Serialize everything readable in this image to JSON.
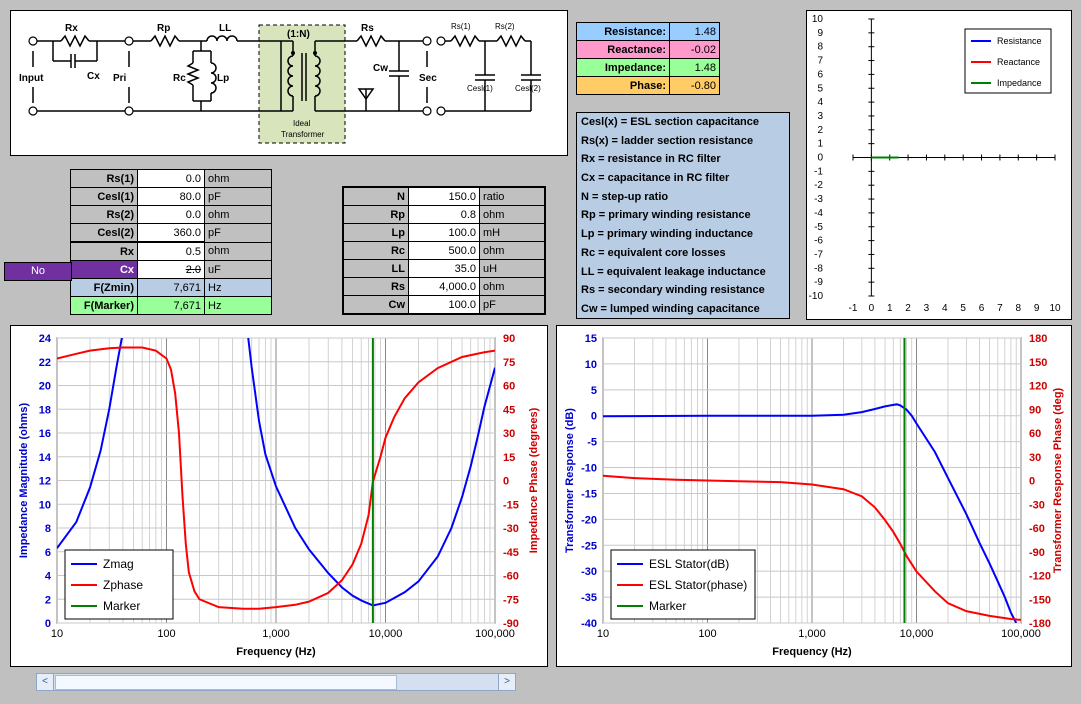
{
  "circuit": {
    "labels": {
      "rx": "Rx",
      "cx": "Cx",
      "rp": "Rp",
      "ll": "LL",
      "rc": "Rc",
      "lp": "Lp",
      "ratio": "(1:N)",
      "ideal": "Ideal",
      "transformer": "Transformer",
      "rs": "Rs",
      "cw": "Cw",
      "rs1": "Rs(1)",
      "rs2": "Rs(2)",
      "cesl1": "Cesl(1)",
      "cesl2": "Cesl(2)",
      "input": "Input",
      "pri": "Pri",
      "sec": "Sec"
    }
  },
  "summary": [
    {
      "label": "Resistance:",
      "value": "1.48",
      "color": "#99ccff"
    },
    {
      "label": "Reactance:",
      "value": "-0.02",
      "color": "#ff99cc"
    },
    {
      "label": "Impedance:",
      "value": "1.48",
      "color": "#99ff99"
    },
    {
      "label": "Phase:",
      "value": "-0.80",
      "color": "#ffcc66"
    }
  ],
  "esl_table": {
    "rows": [
      {
        "label": "Rs(1)",
        "value": "0.0",
        "unit": "ohm"
      },
      {
        "label": "Cesl(1)",
        "value": "80.0",
        "unit": "pF"
      },
      {
        "label": "Rs(2)",
        "value": "0.0",
        "unit": "ohm"
      },
      {
        "label": "Cesl(2)",
        "value": "360.0",
        "unit": "pF"
      },
      {
        "label": "Rx",
        "value": "0.5",
        "unit": "ohm"
      },
      {
        "label": "Cx",
        "value": "2.0",
        "unit": "uF"
      },
      {
        "label": "F(Zmin)",
        "value": "7,671",
        "unit": "Hz"
      },
      {
        "label": "F(Marker)",
        "value": "7,671",
        "unit": "Hz"
      }
    ],
    "no_label": "No"
  },
  "params_table": [
    {
      "label": "N",
      "value": "150.0",
      "unit": "ratio"
    },
    {
      "label": "Rp",
      "value": "0.8",
      "unit": "ohm"
    },
    {
      "label": "Lp",
      "value": "100.0",
      "unit": "mH"
    },
    {
      "label": "Rc",
      "value": "500.0",
      "unit": "ohm"
    },
    {
      "label": "LL",
      "value": "35.0",
      "unit": "uH"
    },
    {
      "label": "Rs",
      "value": "4,000.0",
      "unit": "ohm"
    },
    {
      "label": "Cw",
      "value": "100.0",
      "unit": "pF"
    }
  ],
  "notes": [
    "Cesl(x) = ESL section capacitance",
    "Rs(x) = ladder section resistance",
    "Rx = resistance in RC filter",
    "Cx = capacitance in RC filter",
    "N = step-up ratio",
    "Rp = primary winding resistance",
    "Lp = primary winding inductance",
    "Rc = equivalent core losses",
    "LL = equivalent leakage inductance",
    "Rs = secondary winding resistance",
    "Cw = lumped winding capacitance"
  ],
  "chart_data": [
    {
      "type": "scatter",
      "x_range": [
        -1,
        10
      ],
      "y_range": [
        -10,
        10
      ],
      "xticks": [
        "-1",
        "0",
        "1",
        "2",
        "3",
        "4",
        "5",
        "6",
        "7",
        "8",
        "9",
        "10"
      ],
      "yticks": [
        "10",
        "9",
        "8",
        "7",
        "6",
        "5",
        "4",
        "3",
        "2",
        "1",
        "0",
        "-1",
        "-2",
        "-3",
        "-4",
        "-5",
        "-6",
        "-7",
        "-8",
        "-9",
        "-10"
      ],
      "legend_position": "top-right",
      "series": [
        {
          "name": "Resistance",
          "color": "#0000ff",
          "points": []
        },
        {
          "name": "Reactance",
          "color": "#ff0000",
          "points": []
        },
        {
          "name": "Impedance",
          "color": "#008000",
          "points": [
            [
              0,
              0
            ],
            [
              1.48,
              0
            ]
          ]
        }
      ]
    },
    {
      "type": "line",
      "xlabel": "Frequency (Hz)",
      "ylabel": "Impedance Magnitude (ohms)",
      "y2label": "Impedance Phase (degrees)",
      "x_scale": "log",
      "x_range": [
        10,
        100000
      ],
      "ylim": [
        0,
        24
      ],
      "y2lim": [
        -90,
        90
      ],
      "xticks": [
        "10",
        "100",
        "1,000",
        "10,000",
        "100,000"
      ],
      "yticks": [
        "24",
        "22",
        "20",
        "18",
        "16",
        "14",
        "12",
        "10",
        "8",
        "6",
        "4",
        "2",
        "0"
      ],
      "y2ticks": [
        "90",
        "75",
        "60",
        "45",
        "30",
        "15",
        "0",
        "-15",
        "-30",
        "-45",
        "-60",
        "-75",
        "-90"
      ],
      "legend_position": "bottom-left",
      "series": [
        {
          "name": "Zmag",
          "color": "#0000ff",
          "axis": "left",
          "points": [
            [
              10,
              6.3
            ],
            [
              15,
              8.5
            ],
            [
              20,
              11.4
            ],
            [
              25,
              14.5
            ],
            [
              30,
              18
            ],
            [
              35,
              21.6
            ],
            [
              40,
              24.5
            ],
            [
              550,
              24.5
            ],
            [
              600,
              21.5
            ],
            [
              700,
              17
            ],
            [
              800,
              14.2
            ],
            [
              1000,
              11.5
            ],
            [
              1500,
              8
            ],
            [
              2000,
              6.2
            ],
            [
              3000,
              4.2
            ],
            [
              4000,
              3
            ],
            [
              5000,
              2.3
            ],
            [
              6000,
              1.9
            ],
            [
              7671,
              1.48
            ],
            [
              10000,
              1.7
            ],
            [
              15000,
              2.6
            ],
            [
              20000,
              3.5
            ],
            [
              30000,
              5.6
            ],
            [
              40000,
              8
            ],
            [
              50000,
              10.6
            ],
            [
              60000,
              13.2
            ],
            [
              70000,
              15.8
            ],
            [
              80000,
              18.2
            ],
            [
              100000,
              21.5
            ]
          ]
        },
        {
          "name": "Zphase",
          "color": "#ff0000",
          "axis": "right",
          "points": [
            [
              10,
              77
            ],
            [
              15,
              80
            ],
            [
              20,
              82
            ],
            [
              30,
              83.5
            ],
            [
              40,
              84
            ],
            [
              60,
              84
            ],
            [
              80,
              82
            ],
            [
              100,
              77
            ],
            [
              110,
              70
            ],
            [
              120,
              55
            ],
            [
              130,
              30
            ],
            [
              140,
              -10
            ],
            [
              150,
              -40
            ],
            [
              160,
              -58
            ],
            [
              180,
              -70
            ],
            [
              200,
              -75
            ],
            [
              300,
              -80
            ],
            [
              500,
              -81
            ],
            [
              700,
              -81
            ],
            [
              1000,
              -80
            ],
            [
              1500,
              -78.5
            ],
            [
              2000,
              -76.5
            ],
            [
              3000,
              -71
            ],
            [
              4000,
              -63
            ],
            [
              5000,
              -53
            ],
            [
              6000,
              -40
            ],
            [
              7000,
              -22
            ],
            [
              7671,
              -0.8
            ],
            [
              9000,
              15
            ],
            [
              10000,
              27
            ],
            [
              12000,
              40
            ],
            [
              15000,
              52
            ],
            [
              20000,
              62
            ],
            [
              30000,
              71
            ],
            [
              50000,
              78
            ],
            [
              80000,
              81
            ],
            [
              100000,
              82
            ]
          ]
        },
        {
          "name": "Marker",
          "color": "#008000",
          "axis": "left",
          "points": [
            [
              7671,
              0
            ],
            [
              7671,
              24
            ]
          ]
        }
      ]
    },
    {
      "type": "line",
      "xlabel": "Frequency (Hz)",
      "ylabel": "Transformer Response (dB)",
      "y2label": "Transformer Response Phase (deg)",
      "x_scale": "log",
      "x_range": [
        10,
        100000
      ],
      "ylim": [
        -40,
        15
      ],
      "y2lim": [
        -180,
        180
      ],
      "xticks": [
        "10",
        "100",
        "1,000",
        "10,000",
        "100,000"
      ],
      "yticks": [
        "15",
        "10",
        "5",
        "0",
        "-5",
        "-10",
        "-15",
        "-20",
        "-25",
        "-30",
        "-35",
        "-40"
      ],
      "y2ticks": [
        "180",
        "150",
        "120",
        "90",
        "60",
        "30",
        "0",
        "-30",
        "-60",
        "-90",
        "-120",
        "-150",
        "-180"
      ],
      "legend_position": "bottom-left",
      "series": [
        {
          "name": "ESL Stator(dB)",
          "color": "#0000ff",
          "axis": "left",
          "points": [
            [
              10,
              -0.1
            ],
            [
              100,
              0
            ],
            [
              1000,
              0
            ],
            [
              2000,
              0.2
            ],
            [
              3000,
              0.7
            ],
            [
              4000,
              1.3
            ],
            [
              5000,
              1.8
            ],
            [
              6000,
              2.1
            ],
            [
              6500,
              2.2
            ],
            [
              7000,
              2
            ],
            [
              8000,
              1.2
            ],
            [
              9000,
              0
            ],
            [
              10000,
              -1.5
            ],
            [
              15000,
              -7
            ],
            [
              20000,
              -12
            ],
            [
              30000,
              -19
            ],
            [
              40000,
              -24.5
            ],
            [
              50000,
              -28.5
            ],
            [
              60000,
              -32
            ],
            [
              70000,
              -35
            ],
            [
              80000,
              -38
            ],
            [
              90000,
              -40
            ]
          ]
        },
        {
          "name": "ESL Stator(phase)",
          "color": "#ff0000",
          "axis": "right",
          "points": [
            [
              10,
              6
            ],
            [
              20,
              3
            ],
            [
              50,
              1
            ],
            [
              100,
              0
            ],
            [
              200,
              -1
            ],
            [
              500,
              -2
            ],
            [
              1000,
              -5
            ],
            [
              2000,
              -11
            ],
            [
              3000,
              -20
            ],
            [
              4000,
              -34
            ],
            [
              5000,
              -50
            ],
            [
              6000,
              -65
            ],
            [
              7000,
              -80
            ],
            [
              8000,
              -95
            ],
            [
              10000,
              -115
            ],
            [
              15000,
              -140
            ],
            [
              20000,
              -155
            ],
            [
              30000,
              -165
            ],
            [
              50000,
              -171
            ],
            [
              80000,
              -175
            ],
            [
              100000,
              -176
            ]
          ]
        },
        {
          "name": "Marker",
          "color": "#008000",
          "axis": "left",
          "points": [
            [
              7671,
              -40
            ],
            [
              7671,
              15
            ]
          ]
        }
      ]
    }
  ],
  "scrollbar": {
    "left": "<",
    "right": ">"
  }
}
